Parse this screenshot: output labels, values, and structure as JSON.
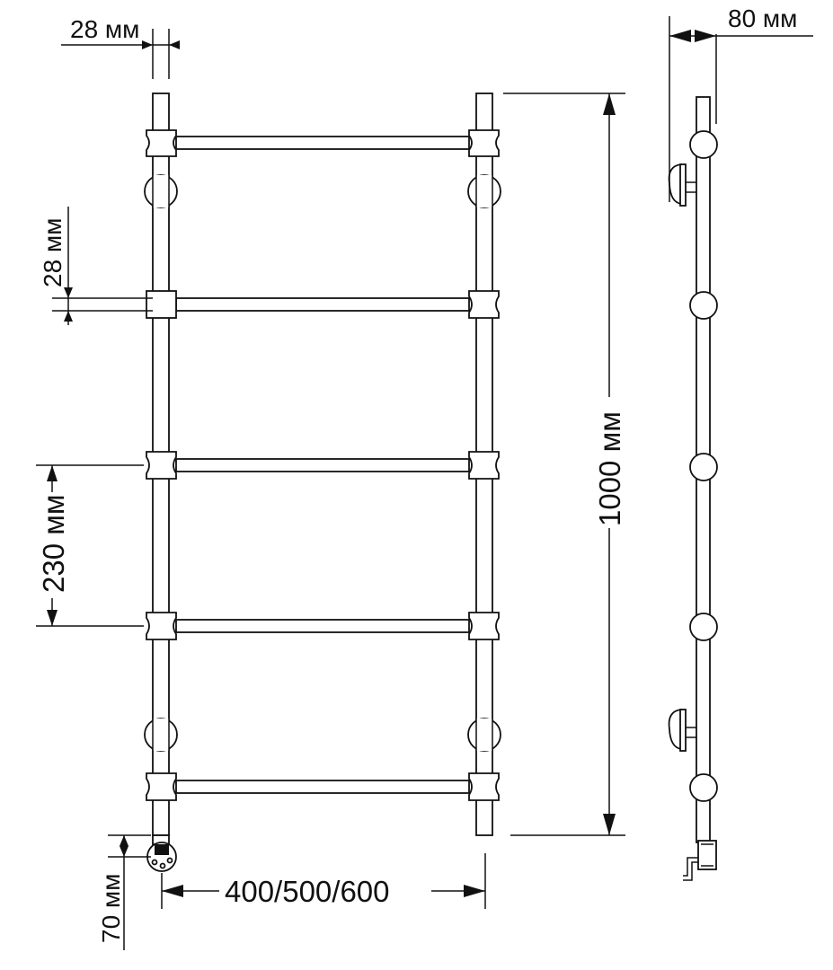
{
  "dimensions": {
    "pipe_diameter_top": "28 мм",
    "pipe_diameter_side": "28 мм",
    "rung_spacing": "230 мм",
    "height": "1000 мм",
    "width": "400/500/600",
    "heater_offset": "70 мм",
    "wall_offset": "80 мм"
  },
  "colors": {
    "line": "#111111",
    "background": "#ffffff"
  }
}
